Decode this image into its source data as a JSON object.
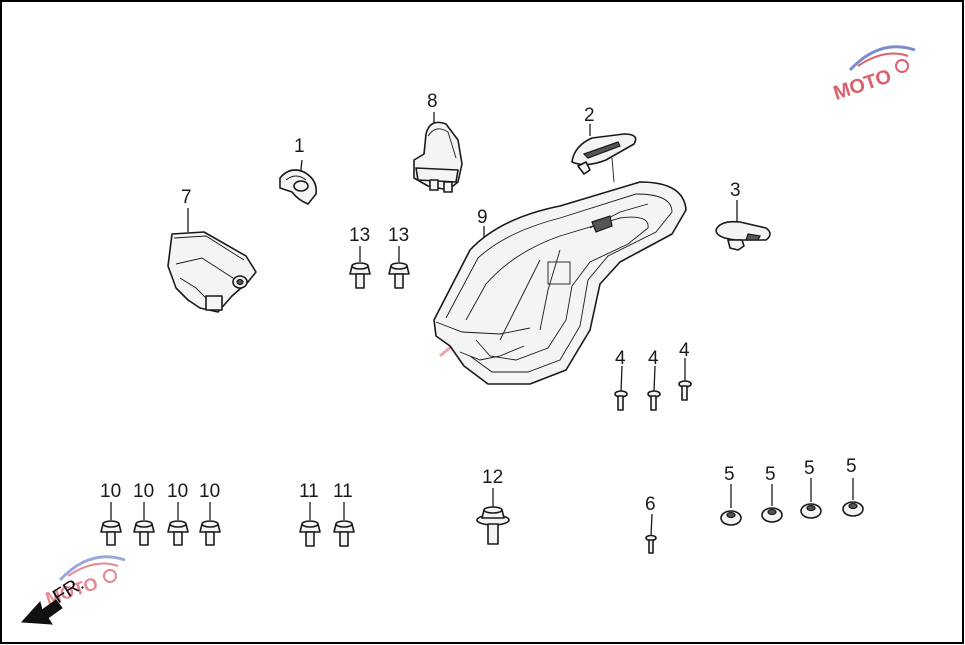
{
  "diagram": {
    "callouts": {
      "c1": "1",
      "c2": "2",
      "c3": "3",
      "c4a": "4",
      "c4b": "4",
      "c4c": "4",
      "c5a": "5",
      "c5b": "5",
      "c5c": "5",
      "c5d": "5",
      "c6": "6",
      "c7": "7",
      "c8": "8",
      "c9": "9",
      "c10a": "10",
      "c10b": "10",
      "c10c": "10",
      "c10d": "10",
      "c11a": "11",
      "c11b": "11",
      "c12": "12",
      "c13a": "13",
      "c13b": "13"
    },
    "direction_label": "FR.",
    "watermark": "MOTO"
  },
  "colors": {
    "line": "#1a1a1a",
    "watermark_blue": "#5a6fc4",
    "watermark_red": "#d43a4a"
  }
}
